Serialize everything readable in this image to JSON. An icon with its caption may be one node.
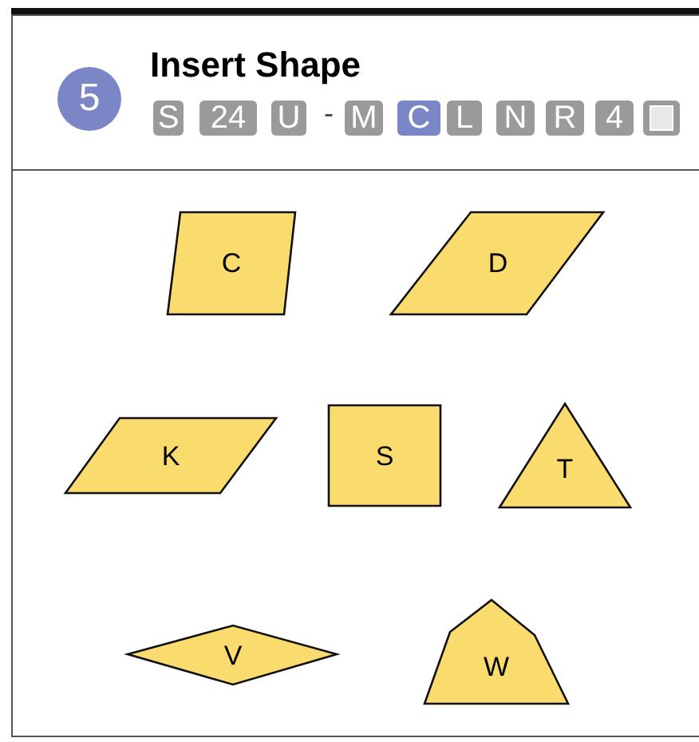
{
  "diagram": {
    "title": "Insert Shape",
    "nodes": [
      {
        "text": [
          "C"
        ]
      },
      {
        "text": [
          "D"
        ]
      },
      {
        "text": [
          "K"
        ]
      },
      {
        "text": [
          "S"
        ]
      },
      {
        "text": [
          "T"
        ]
      },
      {
        "text": [
          "V"
        ]
      },
      {
        "text": [
          "W"
        ]
      }
    ],
    "labels": [
      "5",
      "S",
      "24",
      "U",
      "-",
      "M",
      "C",
      "L",
      "N",
      "R",
      "4"
    ]
  }
}
